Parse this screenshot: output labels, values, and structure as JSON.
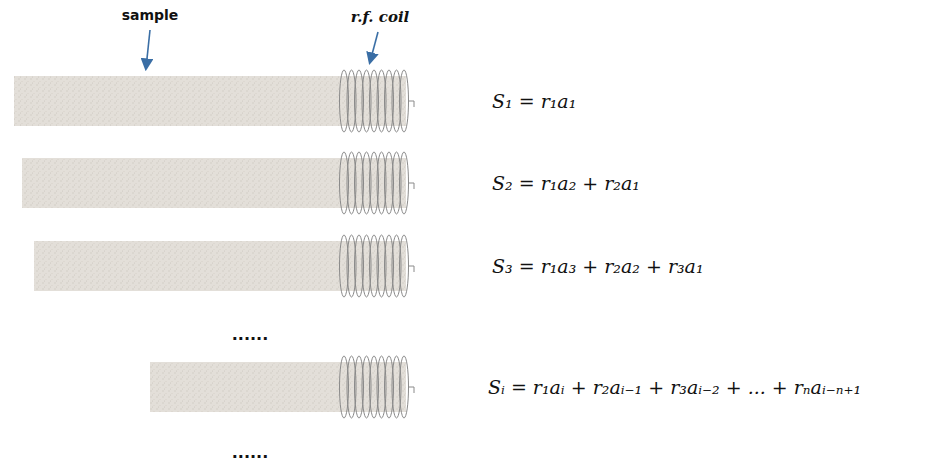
{
  "diagram": {
    "labels": [
      "sample",
      "r.f. coil",
      "S₁ = r₁a₁",
      "S₂ = r₁a₂ + r₂a₁",
      "S₃ = r₁a₃ + r₂a₂ + r₃a₁",
      "......",
      "Sᵢ = r₁aᵢ + r₂aᵢ₋₁ + r₃aᵢ₋₂ + ... + rₙaᵢ₋ₙ₊₁",
      "......"
    ]
  }
}
